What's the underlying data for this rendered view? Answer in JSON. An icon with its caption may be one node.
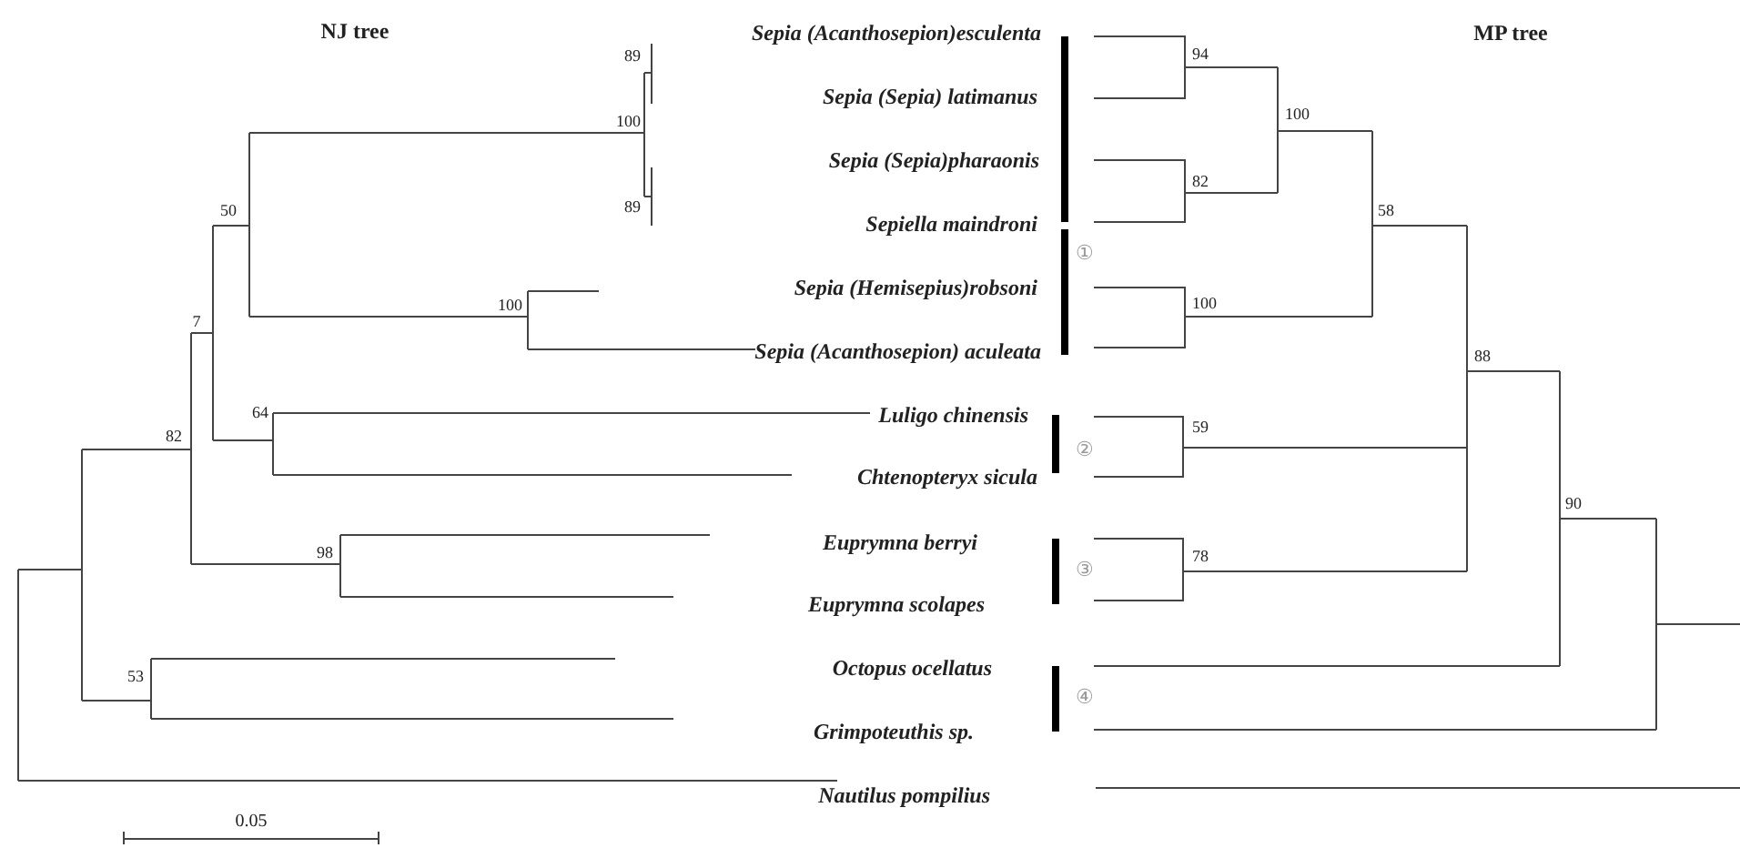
{
  "diagram": {
    "labels": [
      "NJ tree",
      "Sepia (Acanthosepion)esculenta",
      "MP tree",
      "89",
      "94",
      "Sepia (Sepia) latimanus",
      "100",
      "100",
      "Sepia (Sepia)pharaonis",
      "82",
      "50",
      "89",
      "Sepiella maindroni",
      "58",
      "①",
      "Sepia (Hemisepius)robsoni",
      "100",
      "100",
      "7",
      "Sepia (Acanthosepion) aculeata",
      "88",
      "Luligo chinensis",
      "64",
      "59",
      "82",
      "②",
      "Chtenopteryx sicula",
      "90",
      "Euprymna berryi",
      "98",
      "③",
      "78",
      "Euprymna scolapes",
      "Octopus ocellatus",
      "53",
      "④",
      "Grimpoteuthis sp.",
      "Nautilus pompilius",
      "0.05"
    ]
  }
}
